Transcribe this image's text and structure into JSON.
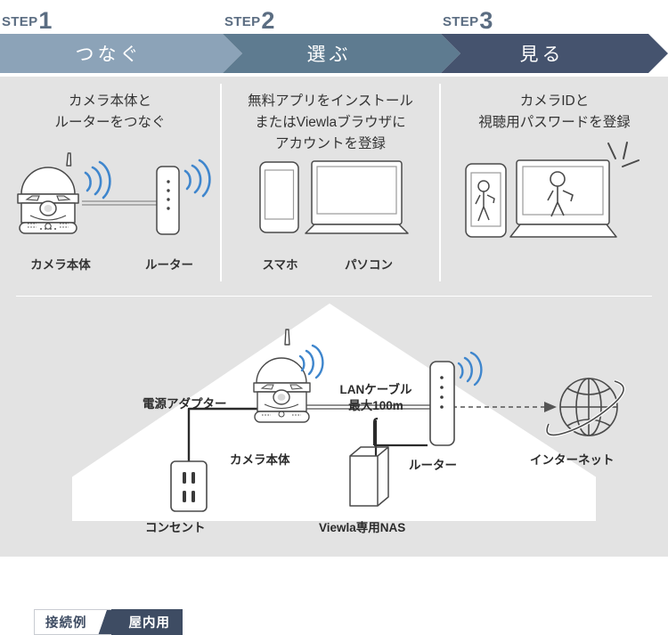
{
  "steps": [
    {
      "word": "STEP",
      "number": "1",
      "title": "つなぐ",
      "color": "#8ca3b8"
    },
    {
      "word": "STEP",
      "number": "2",
      "title": "選ぶ",
      "color": "#5e7b90"
    },
    {
      "word": "STEP",
      "number": "3",
      "title": "見る",
      "color": "#45536e"
    }
  ],
  "panels": [
    {
      "heading": "カメラ本体と\nルーターをつなぐ",
      "captions": [
        {
          "label": "カメラ本体"
        },
        {
          "label": "ルーター"
        }
      ]
    },
    {
      "heading": "無料アプリをインストール\nまたはViewlaブラウザに\nアカウントを登録",
      "captions": [
        {
          "label": "スマホ"
        },
        {
          "label": "パソコン"
        }
      ]
    },
    {
      "heading": "カメラIDと\n視聴用パスワードを登録",
      "captions": []
    }
  ],
  "bottom": {
    "badge": {
      "left_label": "接続例",
      "right_label": "屋内用"
    },
    "labels": {
      "power_adapter": "電源アダプター",
      "camera_body": "カメラ本体",
      "outlet": "コンセント",
      "lan_cable": "LANケーブル\n最大100m",
      "nas": "Viewla専用NAS",
      "router": "ルーター",
      "internet": "インターネット"
    }
  },
  "colors": {
    "panel_bg": "#e3e3e3",
    "page_bg": "#ffffff",
    "house_fill": "#ffffff",
    "wifi_blue": "#4a90d9",
    "line_gray": "#555555",
    "step1": "#8ca3b8",
    "step2": "#5e7b90",
    "step3": "#45536e",
    "step_label_text": "#5b6d82",
    "badge_dark": "#3e4c63"
  },
  "icons": {
    "wifi": "wifi-waves-icon",
    "camera": "dome-camera-icon",
    "router": "router-icon",
    "phone": "smartphone-icon",
    "laptop": "laptop-icon",
    "globe": "globe-icon",
    "outlet": "power-outlet-icon",
    "nas": "nas-box-icon",
    "house": "house-outline-icon",
    "sparkle": "sparkle-lines-icon",
    "person": "person-figure-icon",
    "arrow": "arrow-right-icon"
  }
}
